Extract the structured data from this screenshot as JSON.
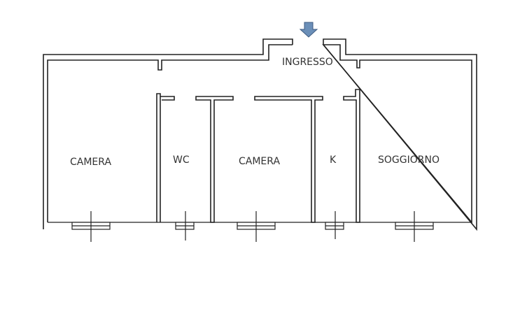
{
  "rooms": {
    "ingresso": "INGRESSO",
    "camera_left": "CAMERA",
    "wc": "WC",
    "camera_center": "CAMERA",
    "kitchen": "K",
    "soggiorno": "SOGGIORNO"
  },
  "colors": {
    "wall": "#222222",
    "entrance_arrow": "#6b8fb8",
    "label": "#333333"
  },
  "icons": {
    "entrance": "down-arrow-icon"
  }
}
